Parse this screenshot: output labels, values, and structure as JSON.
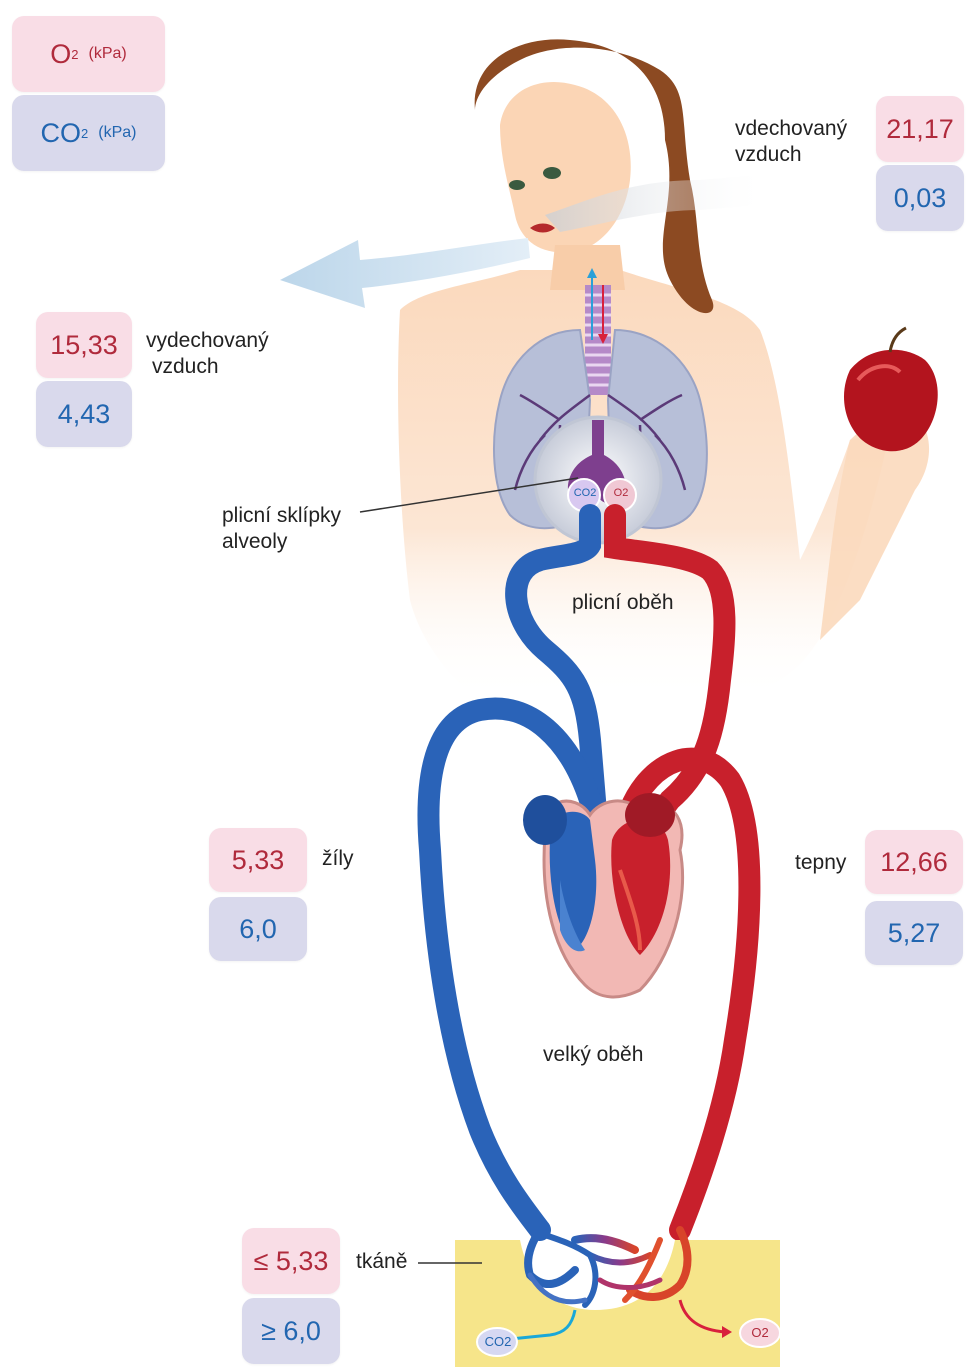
{
  "legend": {
    "o2_symbol": "O",
    "o2_sub": "2",
    "o2_unit": "(kPa)",
    "co2_symbol": "CO",
    "co2_sub": "2",
    "co2_unit": "(kPa)"
  },
  "inhaled": {
    "label_line1": "vdechovaný",
    "label_line2": "vzduch",
    "o2": "21,17",
    "co2": "0,03"
  },
  "exhaled": {
    "label_line1": "vydechovaný",
    "label_line2": "vzduch",
    "o2": "15,33",
    "co2": "4,43"
  },
  "alveoli": {
    "label_line1": "plicní sklípky",
    "label_line2": "alveoly",
    "co2_tag": "CO2",
    "o2_tag": "O2"
  },
  "pulmonary": {
    "label": "plicní oběh"
  },
  "veins": {
    "label": "žíly",
    "o2": "5,33",
    "co2": "6,0"
  },
  "arteries": {
    "label": "tepny",
    "o2": "12,66",
    "co2": "5,27"
  },
  "systemic": {
    "label": "velký oběh"
  },
  "tissues": {
    "label": "tkáně",
    "o2": "≤ 5,33",
    "co2": "≥ 6,0",
    "co2_tag": "CO2",
    "o2_tag": "O2"
  },
  "colors": {
    "vein": "#2a63b8",
    "artery": "#c8202c",
    "o2_box": "#f9dde6",
    "co2_box": "#d9d9ec",
    "tissue": "#f6e58a",
    "skin": "#fbe2cc",
    "hair": "#8c4a22"
  }
}
